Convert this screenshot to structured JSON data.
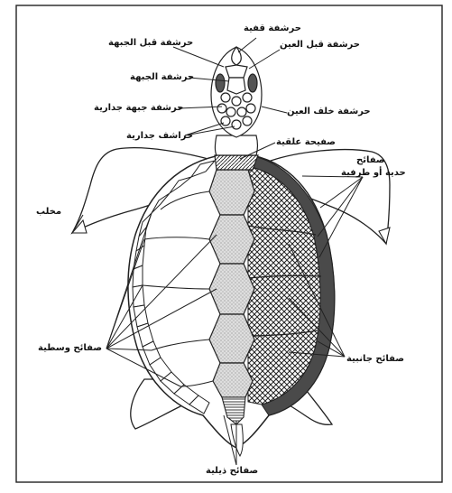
{
  "labels": {
    "nuchal_scute_top": "حرشفة قفية",
    "prefrontal": "حرشفة قبل الجبهة",
    "preocular": "حرشفة قبل العين",
    "frontal": "حرشفة الجبهة",
    "frontoparietal": "حرشفة جبهة جدارية",
    "postocular": "حرشفة خلف العين",
    "parietals": "حراشف جدارية",
    "nuchal_plate": "صفيحة علقية",
    "marginal_line1": "صفائح",
    "marginal_line2": "حدية أو طرفية",
    "claw": "مخلب",
    "vertebral": "صفائح وسطية",
    "costal": "صفائح جانبية",
    "supracaudal": "صفائح ذيلية"
  },
  "colors": {
    "outline": "#1a1a1a",
    "vertebral_fill": "#d9d9d9",
    "costal_hatch": "#333333",
    "marginal_dark": "#4a4a4a"
  }
}
